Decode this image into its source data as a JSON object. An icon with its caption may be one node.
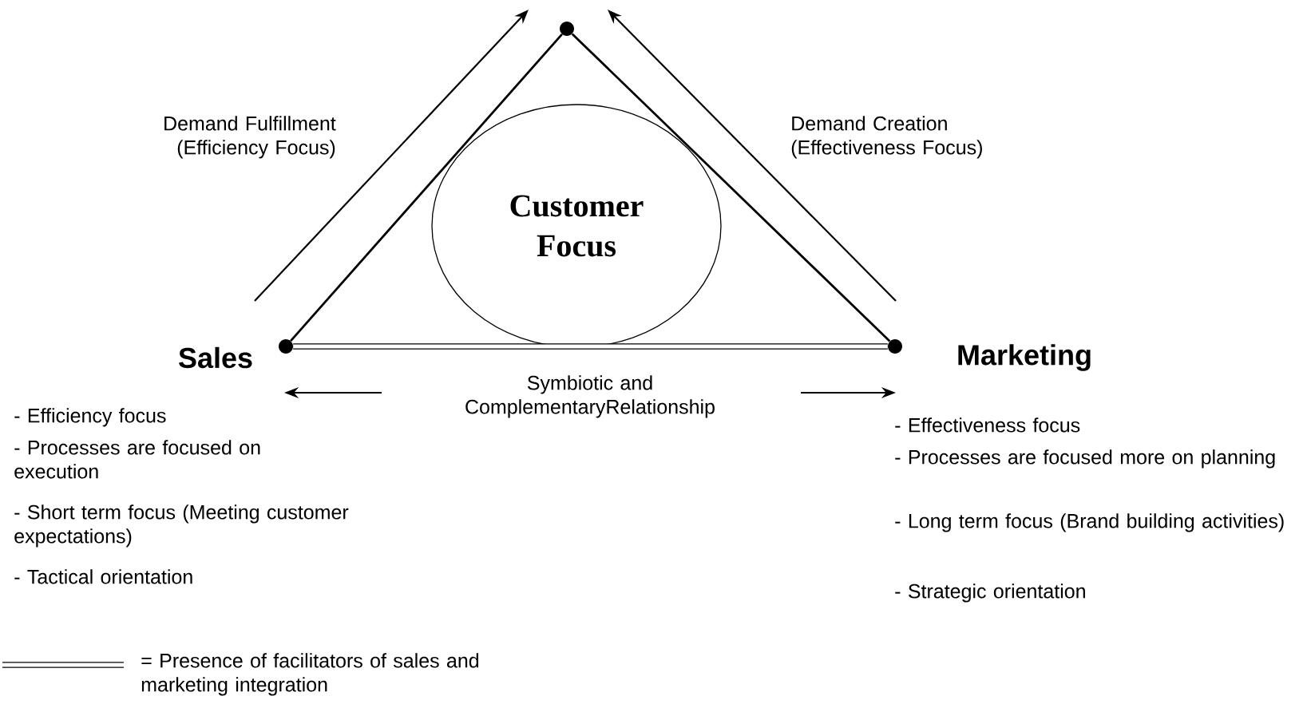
{
  "diagram": {
    "nodes": [
      {
        "text": [],
        "shape": "circle"
      },
      {
        "text": [
          "Customer Focus"
        ]
      },
      {
        "text": [],
        "shape": "circle",
        "beside": [
          "Sales"
        ]
      },
      {
        "text": [],
        "shape": "circle",
        "beside": [
          "Marketing"
        ]
      }
    ],
    "edges": [
      {
        "from": 0,
        "to": 2,
        "arrow": "none"
      },
      {
        "from": 0,
        "to": 3,
        "arrow": "none"
      },
      {
        "from": 2,
        "to": 3,
        "arrow": "none",
        "style": "thick"
      }
    ],
    "labels": [
      "Demand Fulfillment (Efficiency Focus)",
      "Demand Creation (Effectiveness Focus)",
      "Symbiotic and ComplementaryRelationship",
      "- Efficiency focus",
      "- Processes are focused on execution",
      "- Short term focus (Meeting customer expectations)",
      "- Tactical orientation",
      "- Effectiveness focus",
      "- Processes are focused more on planning",
      "- Long term focus (Brand building activities)",
      "- Strategic orientation"
    ],
    "legend": [
      {
        "text": "= Presence of facilitators of sales and marketing integration"
      }
    ]
  }
}
